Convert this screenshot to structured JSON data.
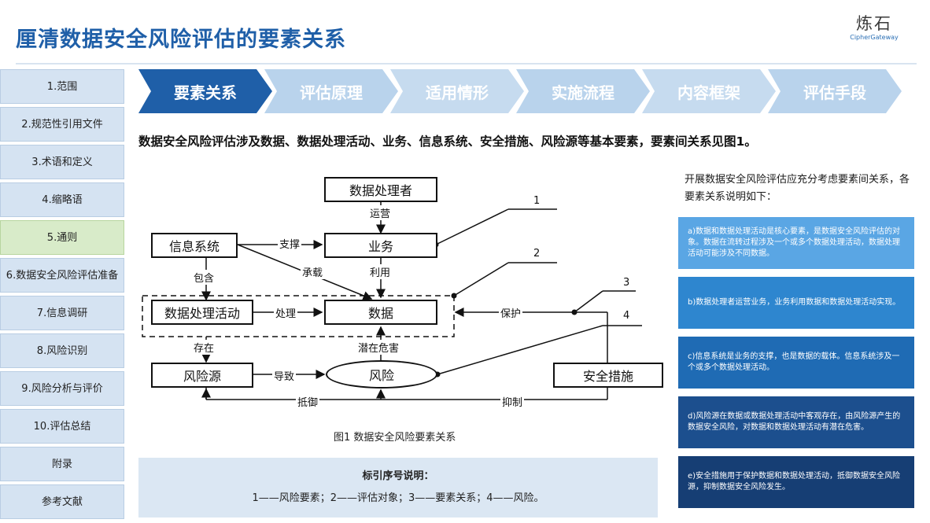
{
  "page": {
    "title": "厘清数据安全风险评估的要素关系",
    "logo_cn": "炼石",
    "logo_en": "CipherGateway"
  },
  "sidebar": {
    "items": [
      {
        "label": "1.范围"
      },
      {
        "label": "2.规范性引用文件"
      },
      {
        "label": "3.术语和定义"
      },
      {
        "label": "4.缩略语"
      },
      {
        "label": "5.通则",
        "active": true
      },
      {
        "label": "6.数据安全风险评估准备"
      },
      {
        "label": "7.信息调研"
      },
      {
        "label": "8.风险识别"
      },
      {
        "label": "9.风险分析与评价"
      },
      {
        "label": "10.评估总结"
      },
      {
        "label": "附录"
      },
      {
        "label": "参考文献"
      }
    ]
  },
  "tabs": [
    {
      "label": "要素关系",
      "active": true
    },
    {
      "label": "评估原理"
    },
    {
      "label": "适用情形"
    },
    {
      "label": "实施流程"
    },
    {
      "label": "内容框架"
    },
    {
      "label": "评估手段"
    }
  ],
  "intro": "数据安全风险评估涉及数据、数据处理活动、业务、信息系统、安全措施、风险源等基本要素，要素间关系见图1。",
  "diagram": {
    "nodes": {
      "processor": "数据处理者",
      "business": "业务",
      "info_system": "信息系统",
      "activity": "数据处理活动",
      "data": "数据",
      "risk_source": "风险源",
      "risk": "风险",
      "security": "安全措施"
    },
    "edges": {
      "operate": "运营",
      "support": "支撑",
      "carry": "承载",
      "use": "利用",
      "contain": "包含",
      "process": "处理",
      "protect": "保护",
      "exist": "存在",
      "potential_harm": "潜在危害",
      "cause": "导致",
      "resist": "抵御",
      "suppress": "抑制"
    },
    "callouts": [
      "1",
      "2",
      "3",
      "4"
    ],
    "caption": "图1  数据安全风险要素关系"
  },
  "note": {
    "heading": "标引序号说明：",
    "body": "1——风险要素；2——评估对象；3——要素关系；4——风险。"
  },
  "right_panel": {
    "intro": "开展数据安全风险评估应充分考虑要素间关系，各要素关系说明如下：",
    "cards": [
      "a)数据和数据处理活动是核心要素，是数据安全风险评估的对象。数据在流转过程涉及一个或多个数据处理活动，数据处理活动可能涉及不同数据。",
      "b)数据处理者运营业务，业务利用数据和数据处理活动实现。",
      "c)信息系统是业务的支撑，也是数据的载体。信息系统涉及一个或多个数据处理活动。",
      "d)风险源在数据或数据处理活动中客观存在，由风险源产生的数据安全风险，对数据和数据处理活动有潜在危害。",
      "e)安全措施用于保护数据和数据处理活动，抵御数据安全风险源，抑制数据安全风险发生。"
    ]
  },
  "colors": {
    "title": "#1f5fa8",
    "tab_active": "#1f5fa8",
    "tab_inactive": "#b9d3ec",
    "sidebar_bg": "#d5e3f2",
    "sidebar_active": "#d8ebc9"
  }
}
